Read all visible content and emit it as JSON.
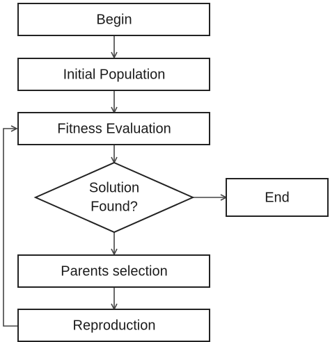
{
  "flowchart": {
    "nodes": [
      {
        "id": "begin",
        "shape": "rectangle",
        "lines": [
          "Begin"
        ]
      },
      {
        "id": "initial-population",
        "shape": "rectangle",
        "lines": [
          "Initial Population"
        ]
      },
      {
        "id": "fitness-evaluation",
        "shape": "rectangle",
        "lines": [
          "Fitness Evaluation"
        ]
      },
      {
        "id": "solution-found",
        "shape": "diamond",
        "lines": [
          "Solution",
          "Found?"
        ]
      },
      {
        "id": "end",
        "shape": "rectangle",
        "lines": [
          "End"
        ]
      },
      {
        "id": "parents-selection",
        "shape": "rectangle",
        "lines": [
          "Parents selection"
        ]
      },
      {
        "id": "reproduction",
        "shape": "rectangle",
        "lines": [
          "Reproduction"
        ]
      }
    ],
    "edges": [
      {
        "from": "begin",
        "to": "initial-population"
      },
      {
        "from": "initial-population",
        "to": "fitness-evaluation"
      },
      {
        "from": "fitness-evaluation",
        "to": "solution-found"
      },
      {
        "from": "solution-found",
        "to": "end"
      },
      {
        "from": "solution-found",
        "to": "parents-selection"
      },
      {
        "from": "parents-selection",
        "to": "reproduction"
      },
      {
        "from": "reproduction",
        "to": "fitness-evaluation"
      }
    ]
  }
}
